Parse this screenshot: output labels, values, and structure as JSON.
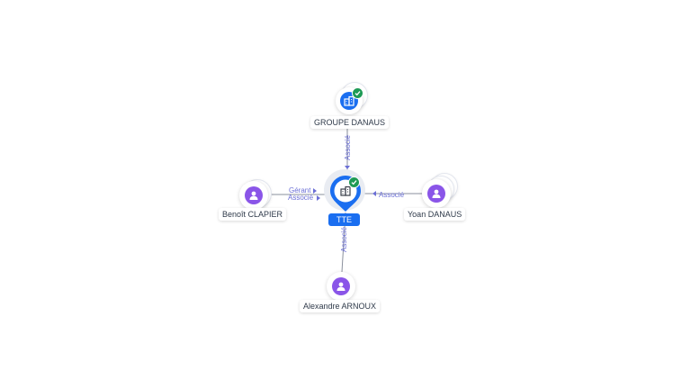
{
  "center": {
    "name": "TTE",
    "icon": "company-icon",
    "verified": true,
    "color": "#1a6ef0"
  },
  "nodes": {
    "groupe_danaus": {
      "name": "GROUPE DANAUS",
      "icon": "company-icon",
      "verified": true,
      "color": "#1a6ef0"
    },
    "benoit_clapier": {
      "name": "Benoît CLAPIER",
      "icon": "person-icon",
      "color": "#8a55e8"
    },
    "yoan_danaus": {
      "name": "Yoan DANAUS",
      "icon": "person-icon",
      "color": "#8a55e8"
    },
    "alexandre_arnoux": {
      "name": "Alexandre ARNOUX",
      "icon": "person-icon",
      "color": "#8a55e8"
    }
  },
  "edges": {
    "groupe_danaus": {
      "roles": [
        "Associé"
      ]
    },
    "benoit_clapier": {
      "roles": [
        "Gérant",
        "Associé"
      ]
    },
    "yoan_danaus": {
      "roles": [
        "Associé"
      ]
    },
    "alexandre_arnoux": {
      "roles": [
        "Associé"
      ]
    }
  }
}
